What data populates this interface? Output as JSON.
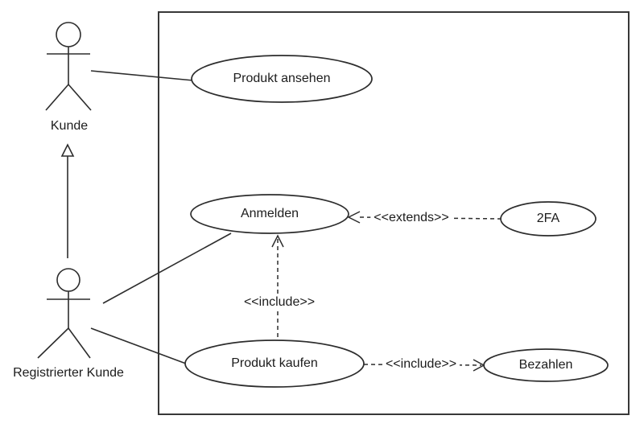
{
  "diagram": {
    "kind": "uml-use-case-diagram",
    "background_color": "#ffffff",
    "line_color": "#2d2d2d",
    "text_color": "#1c1c1c",
    "actors": [
      {
        "id": "kunde",
        "label": "Kunde"
      },
      {
        "id": "registrierter-kunde",
        "label": "Registrierter Kunde"
      }
    ],
    "use_cases": [
      {
        "id": "produkt-ansehen",
        "label": "Produkt ansehen"
      },
      {
        "id": "anmelden",
        "label": "Anmelden"
      },
      {
        "id": "2fa",
        "label": "2FA"
      },
      {
        "id": "produkt-kaufen",
        "label": "Produkt kaufen"
      },
      {
        "id": "bezahlen",
        "label": "Bezahlen"
      }
    ],
    "relationships": [
      {
        "from": "kunde",
        "to": "produkt-ansehen",
        "type": "association"
      },
      {
        "from": "registrierter-kunde",
        "to": "kunde",
        "type": "generalization"
      },
      {
        "from": "registrierter-kunde",
        "to": "anmelden",
        "type": "association"
      },
      {
        "from": "registrierter-kunde",
        "to": "produkt-kaufen",
        "type": "association"
      },
      {
        "from": "2fa",
        "to": "anmelden",
        "type": "extend",
        "label": "<<extends>>"
      },
      {
        "from": "produkt-kaufen",
        "to": "anmelden",
        "type": "include",
        "label": "<<include>>"
      },
      {
        "from": "produkt-kaufen",
        "to": "bezahlen",
        "type": "include",
        "label": "<<include>>"
      }
    ]
  }
}
